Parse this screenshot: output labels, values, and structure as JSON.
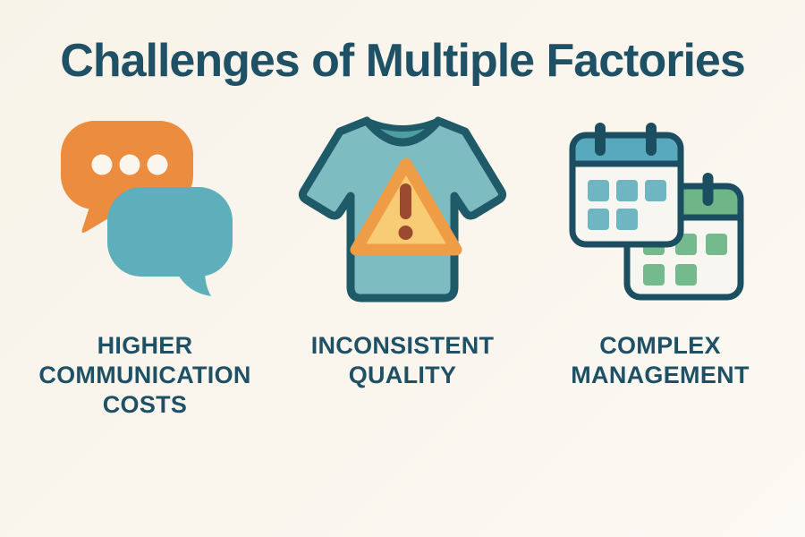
{
  "title": "Challenges of Multiple Factories",
  "challenges": [
    {
      "id": "communication",
      "icon": "chat-bubbles-icon",
      "label": "HIGHER\nCOMMUNICATION\nCOSTS"
    },
    {
      "id": "quality",
      "icon": "tshirt-warning-icon",
      "label": "INCONSISTENT\nQUALITY"
    },
    {
      "id": "management",
      "icon": "calendars-icon",
      "label": "COMPLEX\nMANAGEMENT"
    }
  ],
  "colors": {
    "background_start": "#F8F3E9",
    "background_end": "#FBF9F3",
    "heading_text": "#1E5166",
    "bubble_orange": "#EC8C3E",
    "bubble_teal": "#5FAEBB",
    "bubble_dots": "#FAF6ED",
    "tshirt_fill": "#7DBCC1",
    "tshirt_collar": "#4E9DA0",
    "tshirt_outline": "#1E5A68",
    "triangle_border": "#EE9C45",
    "triangle_fill": "#F8CC75",
    "exclamation": "#9B4A2F",
    "calendar_outline": "#1B4E61",
    "calendar_body": "#F8F6F0",
    "calendar_header_teal": "#58A9BD",
    "calendar_squares_teal": "#6FB5C2",
    "calendar_header_green": "#6EB687",
    "calendar_squares_green": "#74BA8C"
  }
}
